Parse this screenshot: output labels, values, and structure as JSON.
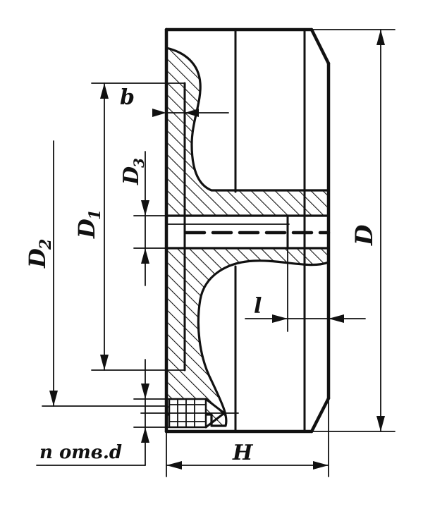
{
  "drawing": {
    "labels": {
      "b": "b",
      "D3": "D",
      "D3_sub": "3",
      "D1": "D",
      "D1_sub": "1",
      "D2": "D",
      "D2_sub": "2",
      "D": "D",
      "l": "l",
      "H": "H",
      "holes": "n отв.d"
    }
  }
}
